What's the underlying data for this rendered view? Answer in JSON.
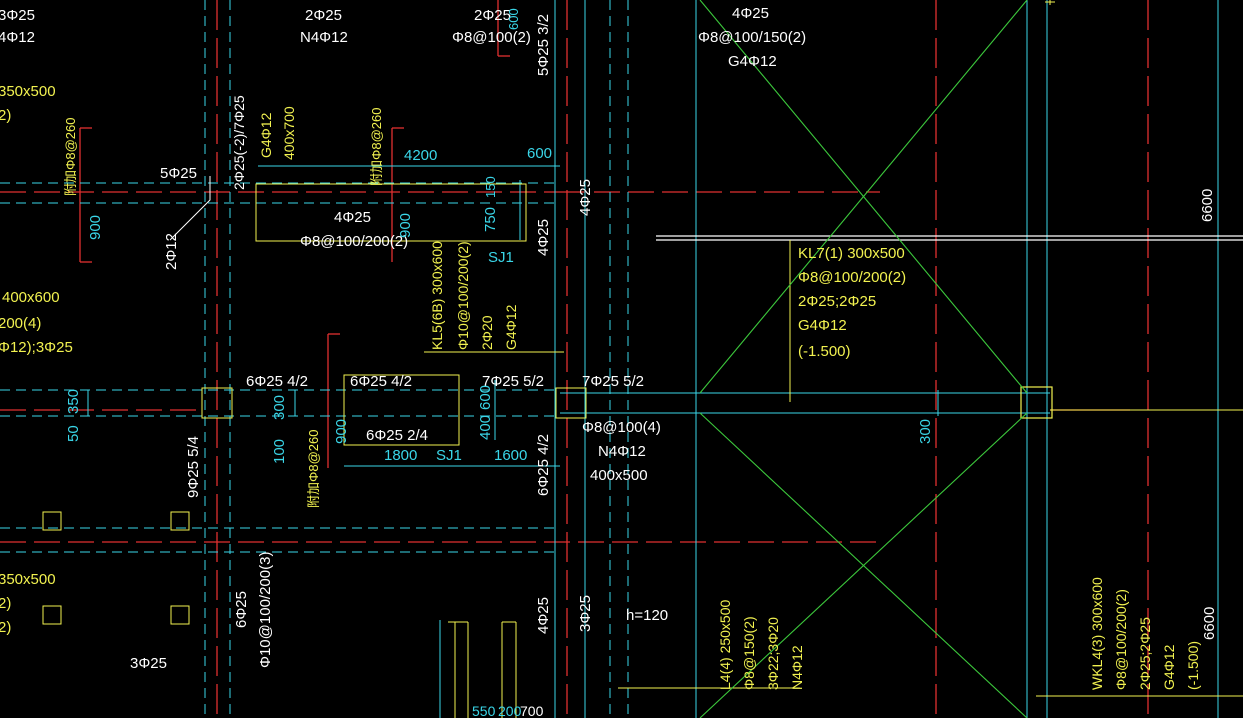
{
  "colors": {
    "background": "#000000",
    "beam_red": "#e03030",
    "axis_cyan": "#3ad6e8",
    "text_yellow": "#f2f250",
    "text_white": "#ffffff",
    "brace_green": "#3cc83c"
  },
  "labels": {
    "tl_a": "3Φ25",
    "tl_b": "4Φ12",
    "tl_c": "350x500",
    "tl_d": "2)",
    "top1_a": "2Φ25",
    "top1_b": "N4Φ12",
    "top2_a": "2Φ25",
    "top2_b": "Φ8@100(2)",
    "top3": "5Φ25 3/2",
    "top3_b": "600",
    "tr_a": "4Φ25",
    "tr_b": "Φ8@100/150(2)",
    "tr_c": "G4Φ12",
    "lf_a": "附加Φ8@260",
    "lf_b": "900",
    "lf_c": "5Φ25",
    "lf_d": "2Φ12",
    "v1_a": "2Φ25(-2)/7Φ25",
    "v1_b": "G4Φ12",
    "v1_c": "400x700",
    "m_a": "附加Φ8@260",
    "m_b": "4200",
    "m_c": "600",
    "m_d": "4Φ25",
    "m_e": "Φ8@100/200(2)",
    "m_f": "900",
    "m_g": "750",
    "m_h": "150",
    "m_i": "SJ1",
    "m_j": "4Φ25",
    "m_k": "4Φ25",
    "kl5_a": "KL5(6B) 300x600",
    "kl5_b": "Φ10@100/200(2)",
    "kl5_c": "2Φ20",
    "kl5_d": "G4Φ12",
    "kl7_a": "KL7(1) 300x500",
    "kl7_b": "Φ8@100/200(2)",
    "kl7_c": "2Φ25;2Φ25",
    "kl7_d": "G4Φ12",
    "kl7_e": "(-1.500)",
    "r_dim": "6600",
    "ml_a": "400x600",
    "ml_b": "200(4)",
    "ml_c": "Φ12);3Φ25",
    "ml_d": "350",
    "ml_e": "50",
    "s_a": "6Φ25 4/2",
    "s_b": "6Φ25 4/2",
    "s_c": "7Φ25 5/2",
    "s_d": "7Φ25 5/2",
    "s_e": "300",
    "s_f": "600",
    "s_g": "400",
    "s_h": "6Φ25 2/4",
    "s_i": "1800",
    "s_j": "SJ1",
    "s_k": "1600",
    "s_l": "100",
    "s_m": "900",
    "s_n": "附加Φ8@260",
    "s_o": "9Φ25 5/4",
    "s_p": "6Φ25 4/2",
    "s_q": "Φ8@100(4)",
    "s_r": "N4Φ12",
    "s_s": "400x500",
    "s_t": "300",
    "bl_a": "350x500",
    "bl_b": "2)",
    "bl_c": "2)",
    "bl_d": "3Φ25",
    "b_a": "6Φ25",
    "b_b": "Φ10@100/200(3)",
    "b_c": "4Φ25",
    "b_d": "3Φ25",
    "b_e": "h=120",
    "b_f": "550",
    "b_g": "200",
    "b_h": "700",
    "l4_a": "L4(4) 250x500",
    "l4_b": "Φ8@150(2)",
    "l4_c": "3Φ22;3Φ20",
    "l4_d": "N4Φ12",
    "wkl_a": "WKL4(3) 300x600",
    "wkl_b": "Φ8@100/200(2)",
    "wkl_c": "2Φ25;2Φ25",
    "wkl_d": "G4Φ12",
    "wkl_e": "(-1.500)",
    "wkl_f": "6600"
  }
}
